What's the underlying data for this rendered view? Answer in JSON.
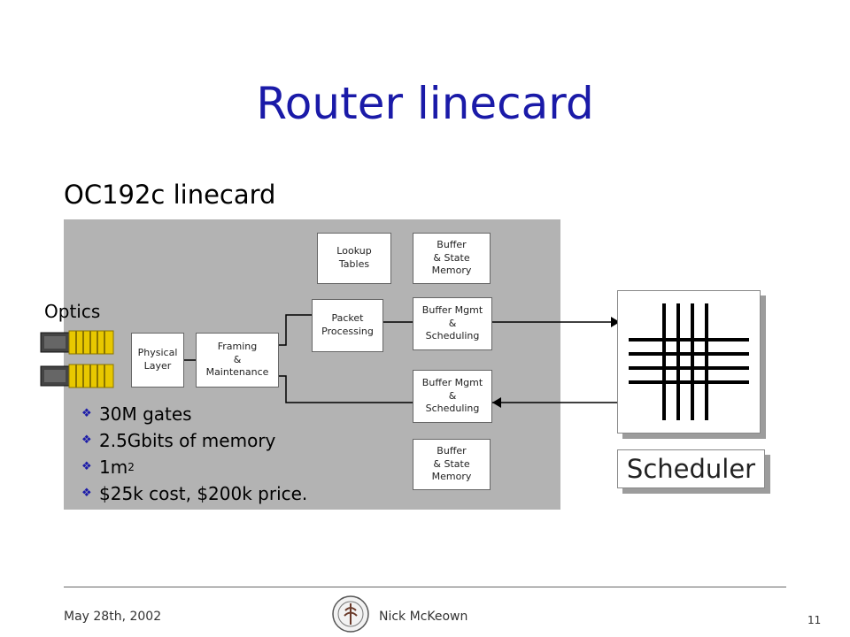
{
  "title": "Router linecard",
  "subtitle": "OC192c linecard",
  "optics_label": "Optics",
  "blocks": {
    "physical": "Physical\nLayer",
    "framing": "Framing\n&\nMaintenance",
    "lookup": "Lookup\nTables",
    "packet": "Packet\nProcessing",
    "buffer_top": "Buffer\n& State\nMemory",
    "mgmt_top": "Buffer Mgmt\n&\nScheduling",
    "mgmt_bottom": "Buffer Mgmt\n&\nScheduling",
    "buffer_bottom": "Buffer\n& State\nMemory"
  },
  "bullets": [
    "30M gates",
    "2.5Gbits of memory",
    "1m",
    "$25k cost, $200k price."
  ],
  "bullet_superscript": "2",
  "scheduler": "Scheduler",
  "footer": {
    "date": "May 28th, 2002",
    "author": "Nick McKeown",
    "page": "11"
  },
  "colors": {
    "title": "#1a1aa8",
    "panel": "#b3b3b3",
    "bullet": "#1a1aa8",
    "connector": "#e8c800"
  }
}
